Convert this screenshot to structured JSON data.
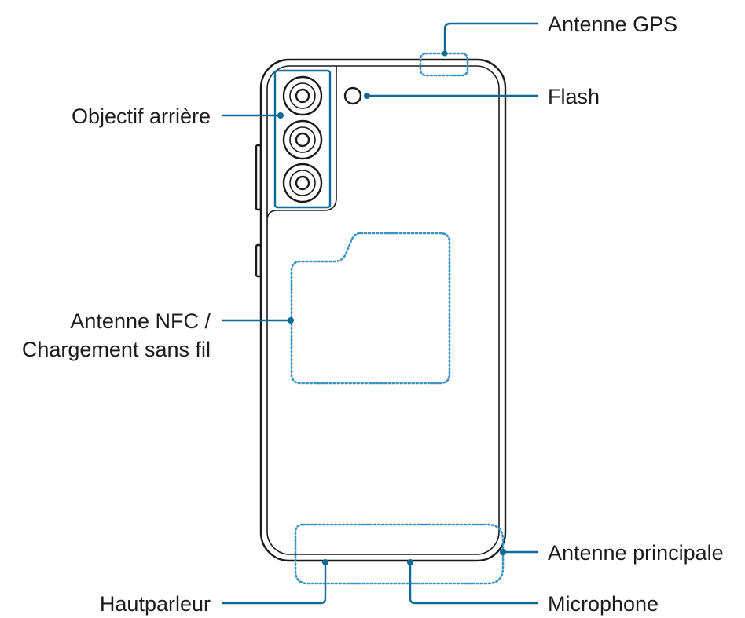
{
  "labels": {
    "gps_antenna": "Antenne GPS",
    "flash": "Flash",
    "rear_camera": "Objectif arrière",
    "nfc_line1": "Antenne NFC /",
    "nfc_line2": "Chargement sans fil",
    "main_antenna": "Antenne principale",
    "speaker": "Hautparleur",
    "microphone": "Microphone"
  },
  "colors": {
    "callout": "#0b6b98",
    "dotted_region": "#3a93c2",
    "outline": "#1a1a1a"
  }
}
